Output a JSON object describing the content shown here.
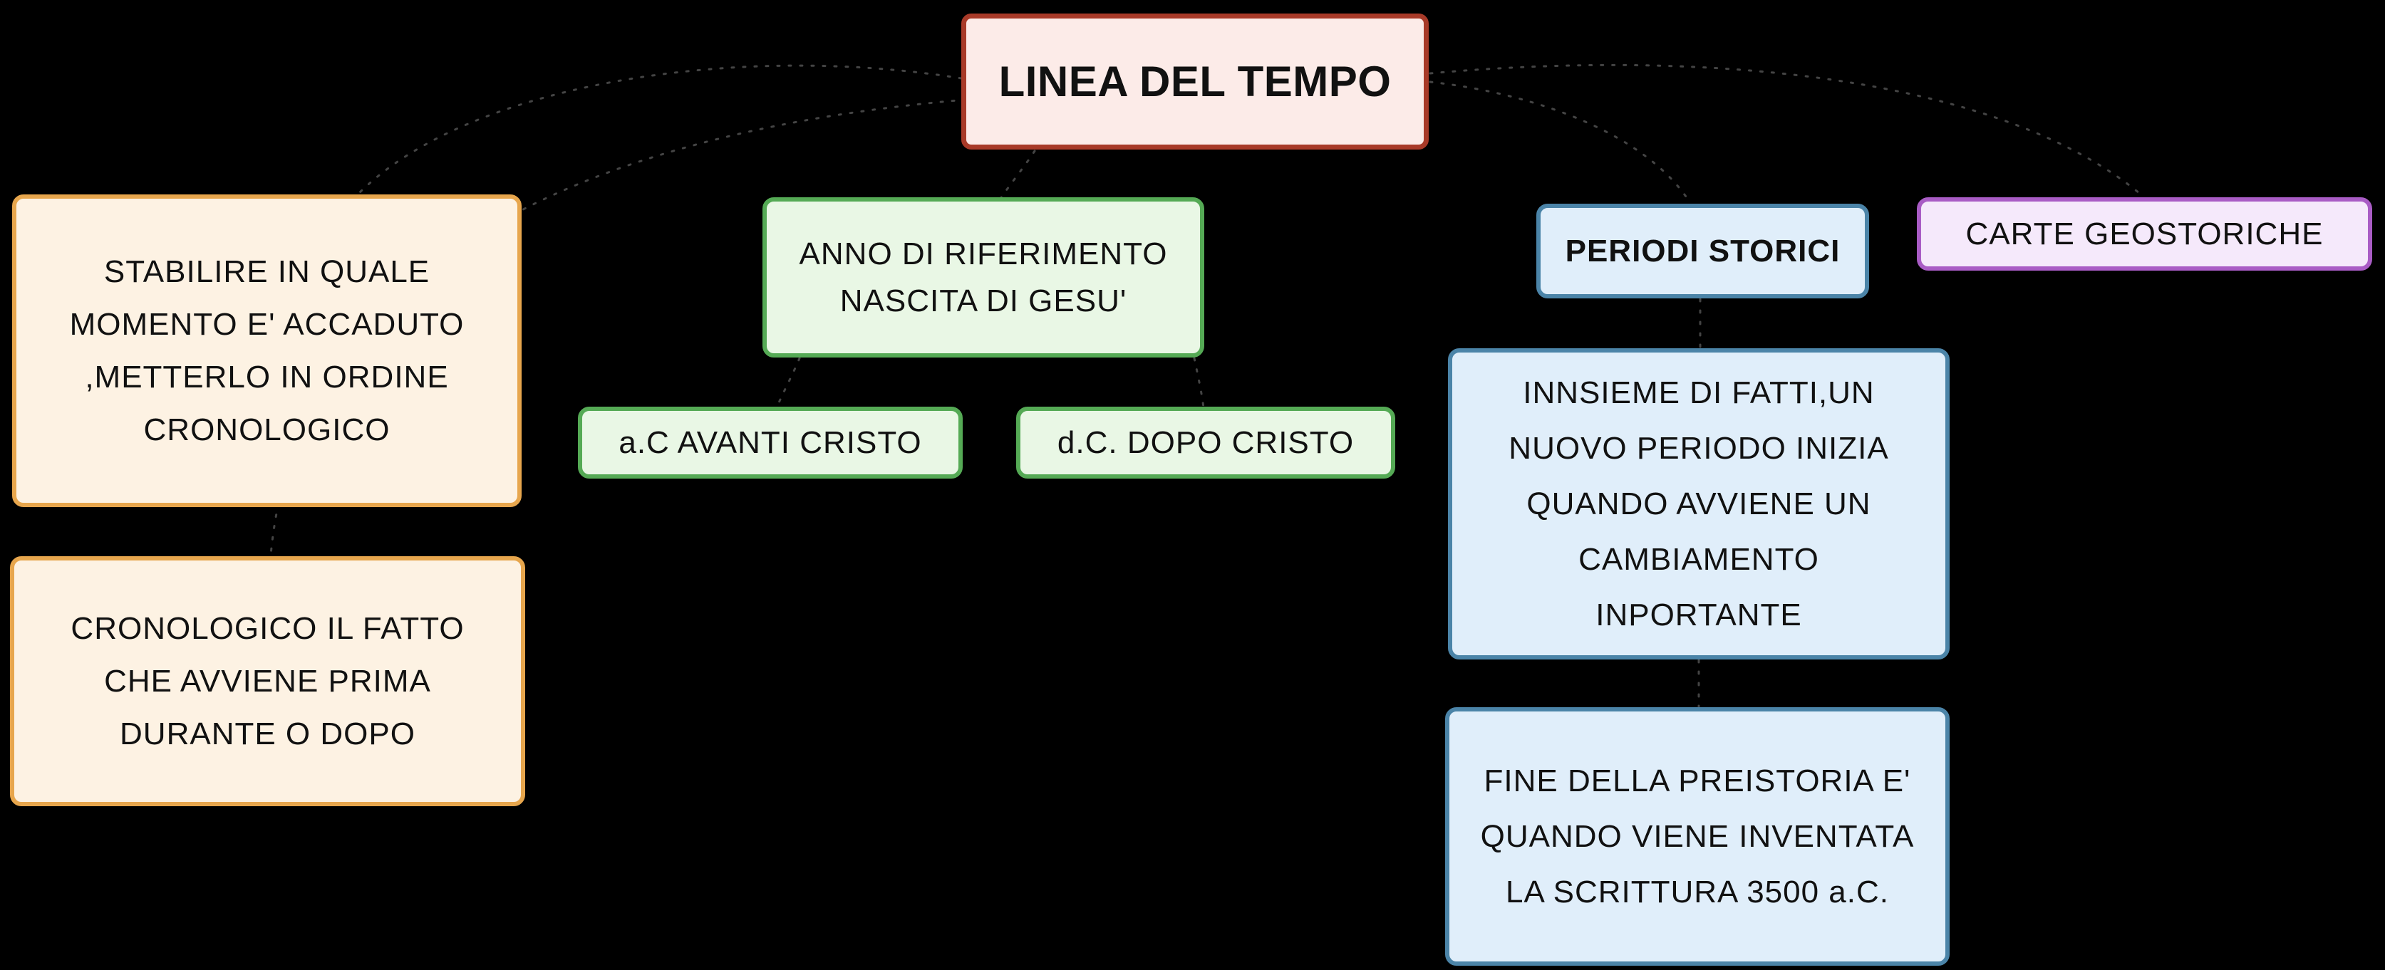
{
  "app": {
    "type": "mind-map",
    "central_topic": "LINEA DEL TEMPO"
  },
  "nodes": {
    "title": {
      "text": "LINEA DEL TEMPO",
      "color_role": "red"
    },
    "stabilire": {
      "text": "STABILIRE IN QUALE\nMOMENTO E' ACCADUTO\n,METTERLO IN ORDINE\nCRONOLOGICO",
      "color_role": "orange"
    },
    "cronologico": {
      "text": "CRONOLOGICO IL FATTO\nCHE AVVIENE PRIMA\nDURANTE O DOPO",
      "color_role": "orange"
    },
    "anno_riferimento": {
      "text": "ANNO DI RIFERIMENTO\nNASCITA DI GESU'",
      "color_role": "green"
    },
    "avanti_cristo": {
      "text": "a.C AVANTI CRISTO",
      "color_role": "green"
    },
    "dopo_cristo": {
      "text": "d.C. DOPO CRISTO",
      "color_role": "green"
    },
    "periodi_storici": {
      "text": "PERIODI STORICI",
      "color_role": "blue"
    },
    "carte_geostoriche": {
      "text": "CARTE GEOSTORICHE",
      "color_role": "purple"
    },
    "insieme_fatti": {
      "text": "INNSIEME DI FATTI,UN\nNUOVO PERIODO INIZIA\nQUANDO AVVIENE UN\nCAMBIAMENTO\nINPORTANTE",
      "color_role": "blue"
    },
    "fine_preistoria": {
      "text": "FINE DELLA PREISTORIA E'\nQUANDO VIENE INVENTATA\nLA SCRITTURA 3500 a.C.",
      "color_role": "blue"
    }
  },
  "colors": {
    "background": "#000000",
    "red_border": "#a83a28",
    "red_fill": "#fcebe8",
    "orange_border": "#e7a64d",
    "orange_fill": "#fdf2e3",
    "green_border": "#55aa55",
    "green_fill": "#e9f7e5",
    "blue_border": "#4b84a8",
    "blue_fill": "#e0eefa",
    "purple_border": "#a95cc5",
    "purple_fill": "#f5e9fb",
    "connector": "#444444",
    "text": "#111111"
  }
}
